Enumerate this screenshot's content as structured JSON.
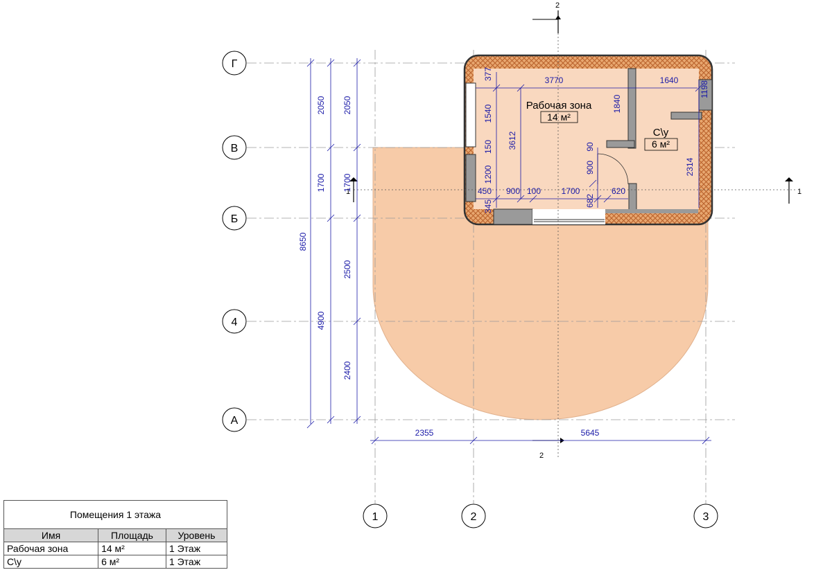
{
  "grid": {
    "rows": [
      "Г",
      "В",
      "Б",
      "4",
      "А"
    ],
    "columns": [
      "1",
      "2",
      "3"
    ]
  },
  "section_marks": {
    "vertical": "2",
    "horizontal": "1"
  },
  "rooms": [
    {
      "name": "Рабочая зона",
      "area": "14 м²"
    },
    {
      "name": "С\\у",
      "area": "6 м²"
    }
  ],
  "dimensions": {
    "left_outer": [
      "2050",
      "1700",
      "4900"
    ],
    "left_total": "8650",
    "left_inner": [
      "2050",
      "1700",
      "2500",
      "2400"
    ],
    "bottom": [
      "2355",
      "5645"
    ],
    "interior": {
      "top_a": "377",
      "top_b": "3770",
      "top_c": "1640",
      "right_a": "1198",
      "v_1540": "1540",
      "v_150": "150",
      "v_1200": "1200",
      "v_345": "345",
      "v_3612": "3612",
      "v_1840": "1840",
      "v_90": "90",
      "v_900": "900",
      "v_682": "682",
      "v_2314": "2314",
      "h_450": "450",
      "h_900": "900",
      "h_100": "100",
      "h_1700": "1700",
      "h_620": "620"
    }
  },
  "schedule": {
    "title": "Помещения 1 этажа",
    "headers": [
      "Имя",
      "Площадь",
      "Уровень"
    ],
    "rows": [
      [
        "Рабочая зона",
        "14 м²",
        "1 Этаж"
      ],
      [
        "С\\у",
        "6 м²",
        "1 Этаж"
      ]
    ]
  }
}
